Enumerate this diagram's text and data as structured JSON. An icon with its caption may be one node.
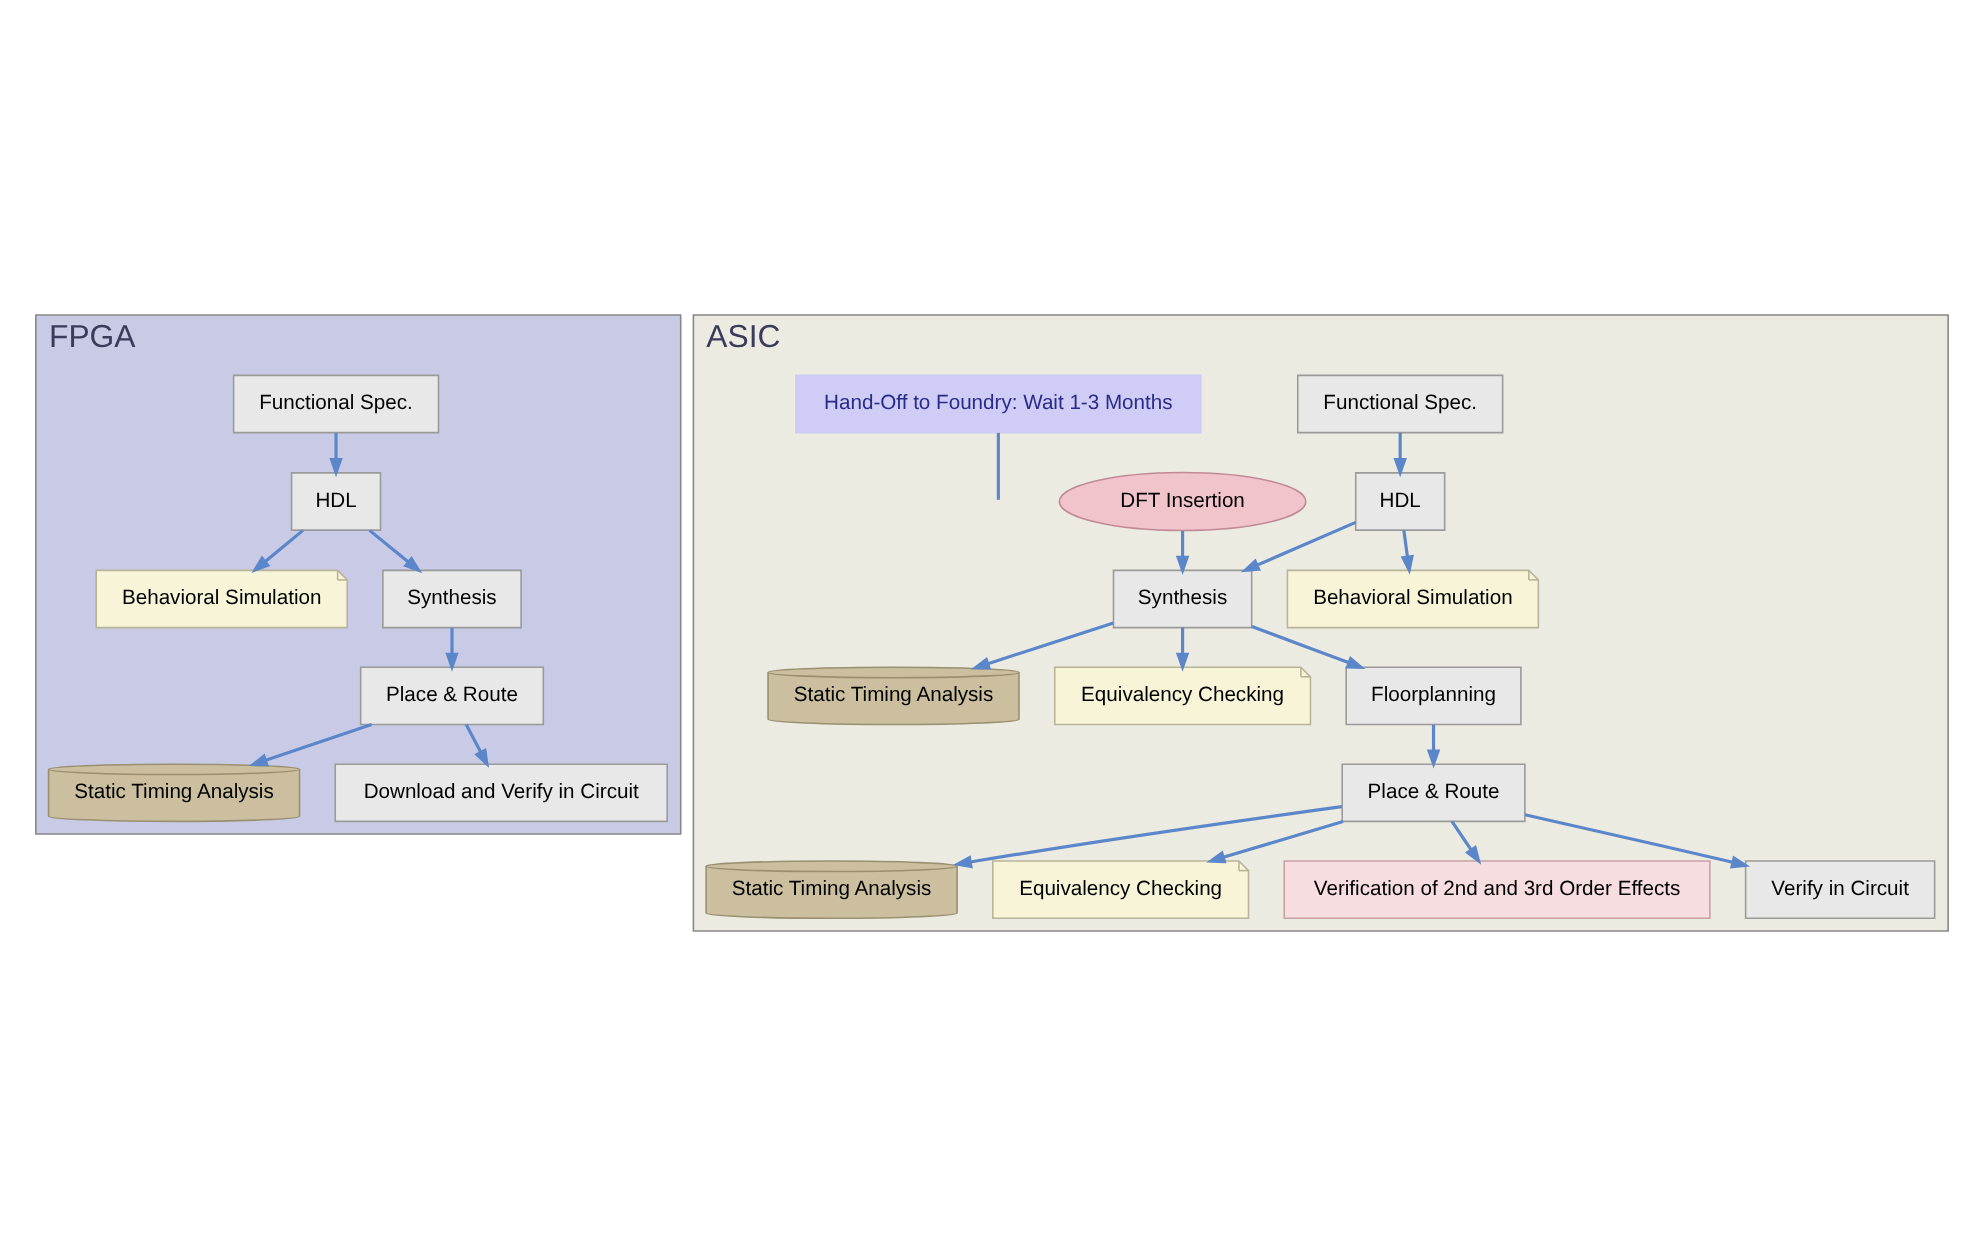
{
  "diagram": {
    "nodes": [
      {
        "text": [
          "FPGA"
        ]
      },
      {
        "text": [
          "Functional Spec."
        ],
        "in": 0
      },
      {
        "text": [
          "HDL"
        ],
        "in": 0
      },
      {
        "text": [
          "Behavioral Simulation"
        ],
        "in": 0
      },
      {
        "text": [
          "Synthesis"
        ],
        "in": 0
      },
      {
        "text": [
          "Place & Route"
        ],
        "in": 0
      },
      {
        "text": [
          "Static Timing Analysis"
        ],
        "in": 0
      },
      {
        "text": [
          "Download and Verify in Circuit"
        ],
        "in": 0
      },
      {
        "text": [
          "ASIC"
        ]
      },
      {
        "text": [
          "Functional Spec."
        ],
        "in": 8
      },
      {
        "text": [
          "HDL"
        ],
        "in": 8
      },
      {
        "text": [
          "Behavioral Simulation"
        ],
        "in": 8
      },
      {
        "text": [
          "Synthesis"
        ],
        "in": 8
      },
      {
        "text": [
          "DFT Insertion"
        ],
        "in": 8
      },
      {
        "text": [
          "Static Timing Analysis"
        ],
        "in": 8
      },
      {
        "text": [
          "Equivalency Checking"
        ],
        "in": 8
      },
      {
        "text": [
          "Floorplanning"
        ],
        "in": 8
      },
      {
        "text": [
          "Hand-Off to Foundry: Wait 1-3 Months"
        ],
        "in": 8
      },
      {
        "text": [
          "Place & Route"
        ],
        "in": 8
      },
      {
        "text": [
          "Static Timing Analysis"
        ],
        "in": 8
      },
      {
        "text": [
          "Equivalency Checking"
        ],
        "in": 8
      },
      {
        "text": [
          "Verification of 2nd and 3rd Order Effects"
        ],
        "in": 8
      },
      {
        "text": [
          "Verify in Circuit"
        ],
        "in": 8
      }
    ],
    "edges": [
      {
        "from": 1,
        "to": 2,
        "arrow": "to"
      },
      {
        "from": 2,
        "to": 4,
        "arrow": "to"
      },
      {
        "from": 2,
        "to": 3,
        "arrow": "to"
      },
      {
        "from": 4,
        "to": 5,
        "arrow": "to"
      },
      {
        "from": 5,
        "to": 7,
        "arrow": "to"
      },
      {
        "from": 5,
        "to": 6,
        "arrow": "to"
      },
      {
        "from": 9,
        "to": 10,
        "arrow": "to"
      },
      {
        "from": 10,
        "to": 12,
        "arrow": "to"
      },
      {
        "from": 10,
        "to": 11,
        "arrow": "to"
      },
      {
        "from": 13,
        "to": 12,
        "arrow": "to"
      },
      {
        "from": 12,
        "to": 16,
        "arrow": "to"
      },
      {
        "from": 12,
        "to": 14,
        "arrow": "to"
      },
      {
        "from": 12,
        "to": 15,
        "arrow": "to"
      },
      {
        "from": 16,
        "to": 18,
        "arrow": "to"
      },
      {
        "from": 17,
        "to": null,
        "arrow": "none"
      },
      {
        "from": 18,
        "to": 22,
        "arrow": "to"
      },
      {
        "from": 18,
        "to": 19,
        "arrow": "to"
      },
      {
        "from": 18,
        "to": 20,
        "arrow": "to"
      },
      {
        "from": 18,
        "to": 21,
        "arrow": "to"
      }
    ]
  }
}
